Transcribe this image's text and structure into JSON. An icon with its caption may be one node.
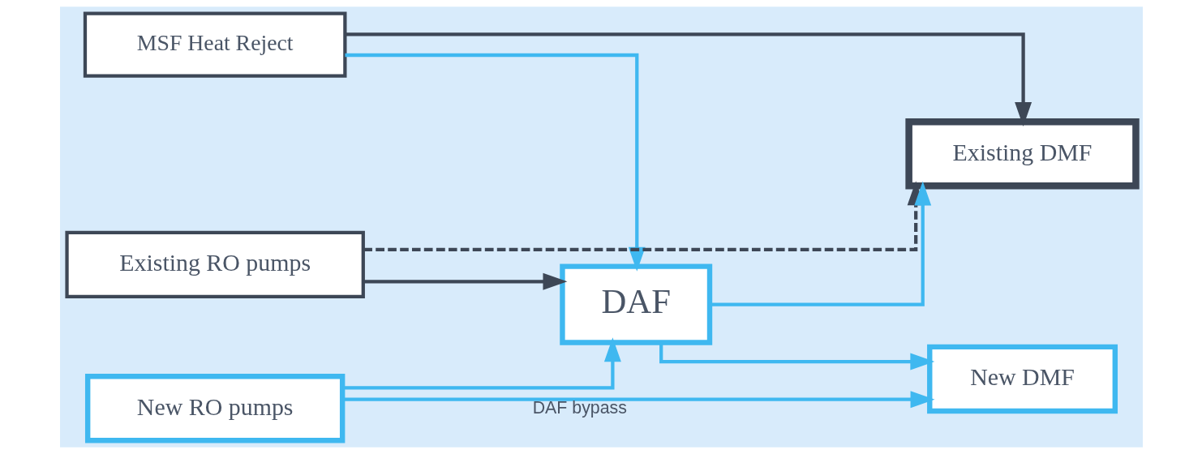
{
  "diagram": {
    "nodes": [
      {
        "text": [
          "MSF Heat Reject"
        ]
      },
      {
        "text": [
          "Existing RO pumps"
        ]
      },
      {
        "text": [
          "Existing DMF"
        ]
      },
      {
        "text": [
          "New RO pumps"
        ]
      },
      {
        "text": [
          "DAF"
        ]
      },
      {
        "text": [
          "New DMF"
        ]
      }
    ],
    "edges": [
      {
        "from": 0,
        "to": 2,
        "arrow": "to",
        "color": "#3d4756"
      },
      {
        "from": 0,
        "to": 4,
        "arrow": "to"
      },
      {
        "from": 1,
        "to": 2,
        "arrow": "to",
        "style": "dashed",
        "color": "#3d4756"
      },
      {
        "from": 1,
        "to": 4,
        "arrow": "to",
        "color": "#3d4756"
      },
      {
        "from": 3,
        "to": 4,
        "arrow": "to"
      },
      {
        "from": 3,
        "to": 5,
        "arrow": "to",
        "label": "DAF bypass"
      },
      {
        "from": 4,
        "to": 5,
        "arrow": "to"
      },
      {
        "from": 4,
        "to": 2,
        "arrow": "to"
      }
    ]
  }
}
